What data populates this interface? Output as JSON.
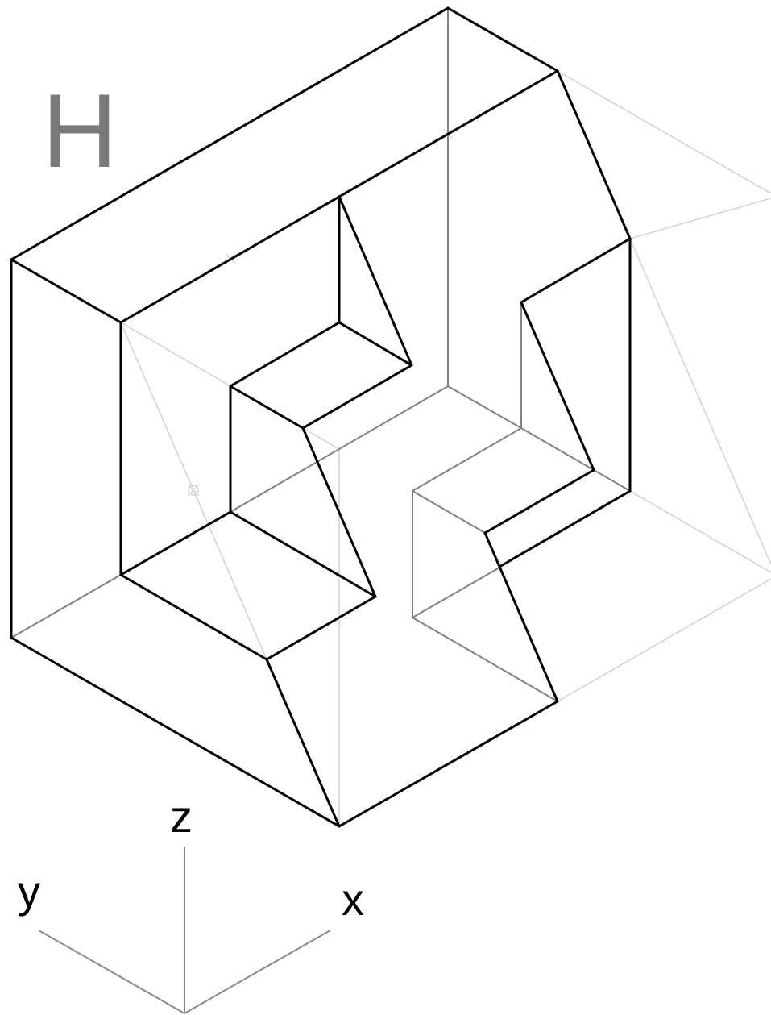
{
  "figure": {
    "view_label": "H",
    "axes": {
      "x_label": "x",
      "y_label": "y",
      "z_label": "z"
    },
    "colors": {
      "visible_edge": "#000000",
      "hidden_edge": "#808080",
      "construction_line": "#d2d2d2",
      "view_label": "#7a7a7a",
      "axis_line": "#8a8a8a"
    }
  }
}
